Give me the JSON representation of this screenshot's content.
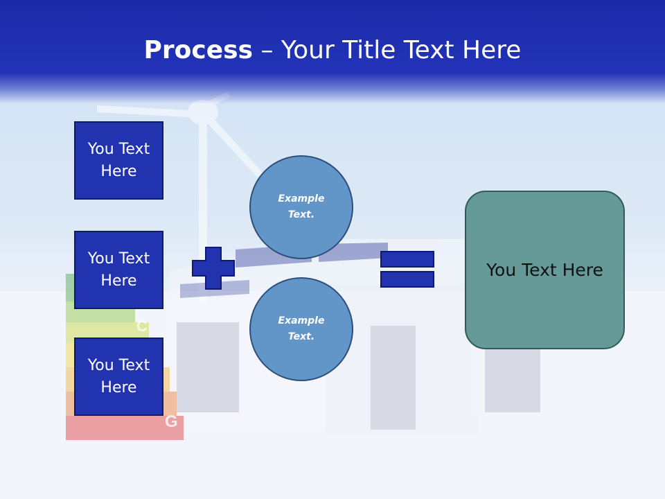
{
  "slide": {
    "title_bold": "Process",
    "title_rest": " – Your Title Text Here"
  },
  "left_boxes": [
    {
      "text": "You Text Here"
    },
    {
      "text": "You Text Here"
    },
    {
      "text": "You Text Here"
    }
  ],
  "circles": [
    {
      "text": "Example Text."
    },
    {
      "text": "Example Text."
    }
  ],
  "result_box": {
    "text": "You Text Here"
  },
  "colors": {
    "header": "#2233b8",
    "box_fill": "#2233b0",
    "circle_fill": "#6296c8",
    "result_fill": "#659a98"
  },
  "energy_labels": [
    "C",
    "G"
  ]
}
